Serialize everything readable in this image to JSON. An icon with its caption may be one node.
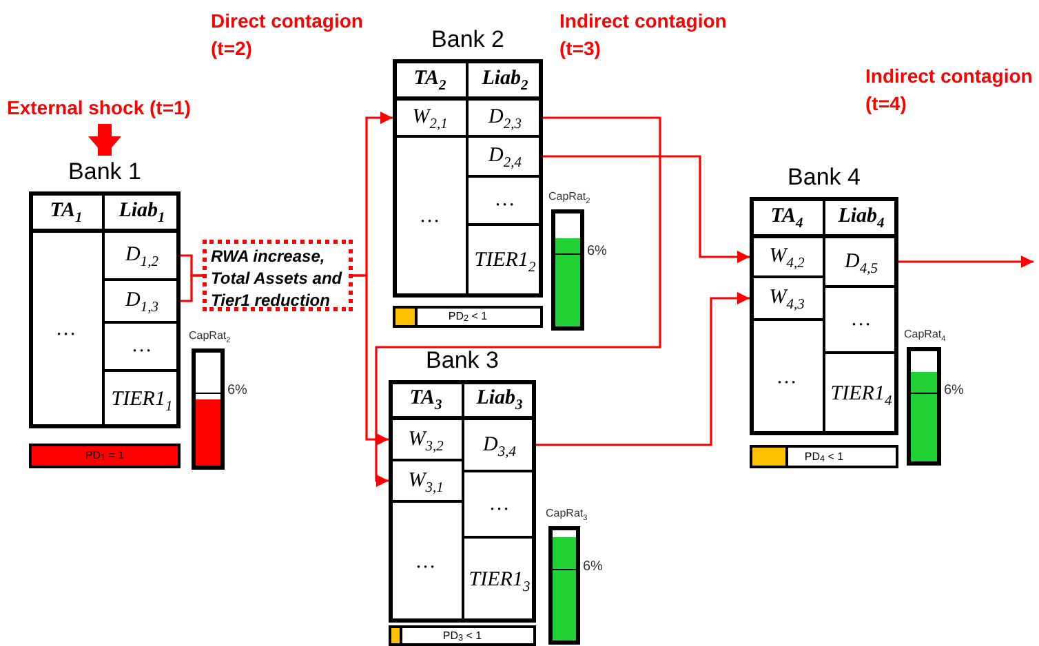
{
  "diagram": {
    "nodes": [
      {
        "text": [
          "External shock (t=1)"
        ]
      },
      {
        "text": [
          "Bank 1"
        ]
      },
      {
        "text": [
          "TA$_{1}$"
        ],
        "in": 1
      },
      {
        "text": [
          "Liab$_{1}$"
        ],
        "in": 1
      },
      {
        "text": [
          "…"
        ],
        "in": 1
      },
      {
        "text": [
          "D$_{1,2}$"
        ],
        "in": 1
      },
      {
        "text": [
          "D$_{1,3}$"
        ],
        "in": 1
      },
      {
        "text": [
          "…"
        ],
        "in": 1
      },
      {
        "text": [
          "TIER1$_{1}$"
        ],
        "in": 1
      },
      {
        "text": [
          "RWA increase, Total Assets and Tier1 reduction"
        ]
      },
      {
        "text": [
          "CapRat$_{2}$"
        ],
        "beside": [
          "6%"
        ]
      },
      {
        "text": [
          "PD$_{1}$ = 1"
        ]
      },
      {
        "text": [
          "Bank 2"
        ]
      },
      {
        "text": [
          "TA$_{2}$"
        ],
        "in": 12
      },
      {
        "text": [
          "Liab$_{2}$"
        ],
        "in": 12
      },
      {
        "text": [
          "W$_{2,1}$"
        ],
        "in": 12
      },
      {
        "text": [
          "D$_{2,3}$"
        ],
        "in": 12
      },
      {
        "text": [
          "…"
        ],
        "in": 12
      },
      {
        "text": [
          "D$_{2,4}$"
        ],
        "in": 12
      },
      {
        "text": [
          "…"
        ],
        "in": 12
      },
      {
        "text": [
          "TIER1$_{2}$"
        ],
        "in": 12
      },
      {
        "text": [
          "CapRat$_{2}$"
        ],
        "beside": [
          "6%"
        ]
      },
      {
        "text": [
          "PD$_{2}$ < 1"
        ]
      },
      {
        "text": [
          "Bank 3"
        ]
      },
      {
        "text": [
          "TA$_{3}$"
        ],
        "in": 23
      },
      {
        "text": [
          "Liab$_{3}$"
        ],
        "in": 23
      },
      {
        "text": [
          "W$_{3,2}$"
        ],
        "in": 23
      },
      {
        "text": [
          "D$_{3,4}$"
        ],
        "in": 23
      },
      {
        "text": [
          "W$_{3,1}$"
        ],
        "in": 23
      },
      {
        "text": [
          "…"
        ],
        "in": 23
      },
      {
        "text": [
          "…"
        ],
        "in": 23
      },
      {
        "text": [
          "TIER1$_{3}$"
        ],
        "in": 23
      },
      {
        "text": [
          "CapRat$_{3}$"
        ],
        "beside": [
          "6%"
        ]
      },
      {
        "text": [
          "PD$_{3}$ < 1"
        ]
      },
      {
        "text": [
          "Bank 4"
        ]
      },
      {
        "text": [
          "TA$_{4}$"
        ],
        "in": 34
      },
      {
        "text": [
          "Liab$_{4}$"
        ],
        "in": 34
      },
      {
        "text": [
          "W$_{4,2}$"
        ],
        "in": 34
      },
      {
        "text": [
          "D$_{4,5}$"
        ],
        "in": 34
      },
      {
        "text": [
          "W$_{4,3}$"
        ],
        "in": 34
      },
      {
        "text": [
          "…"
        ],
        "in": 34
      },
      {
        "text": [
          "…"
        ],
        "in": 34
      },
      {
        "text": [
          "TIER1$_{4}$"
        ],
        "in": 34
      },
      {
        "text": [
          "CapRat$_{4}$"
        ],
        "beside": [
          "6%"
        ]
      },
      {
        "text": [
          "PD$_{4}$ < 1"
        ]
      }
    ],
    "edges": [
      {
        "from": 0,
        "to": 1,
        "arrow": "to",
        "style": "thick"
      },
      {
        "from": 5,
        "to": 9,
        "arrow": "none"
      },
      {
        "from": 6,
        "to": 9,
        "arrow": "none"
      },
      {
        "from": 9,
        "to": 15,
        "arrow": "to"
      },
      {
        "from": 9,
        "to": 26,
        "arrow": "to"
      },
      {
        "from": 16,
        "to": 28,
        "arrow": "to"
      },
      {
        "from": 18,
        "to": 37,
        "arrow": "to"
      },
      {
        "from": 27,
        "to": 39,
        "arrow": "to"
      },
      {
        "from": 38,
        "to": null,
        "arrow": "to"
      }
    ],
    "labels": [
      "Direct contagion (t=2)",
      "Indirect contagion (t=3)",
      "Indirect contagion (t=4)"
    ]
  }
}
